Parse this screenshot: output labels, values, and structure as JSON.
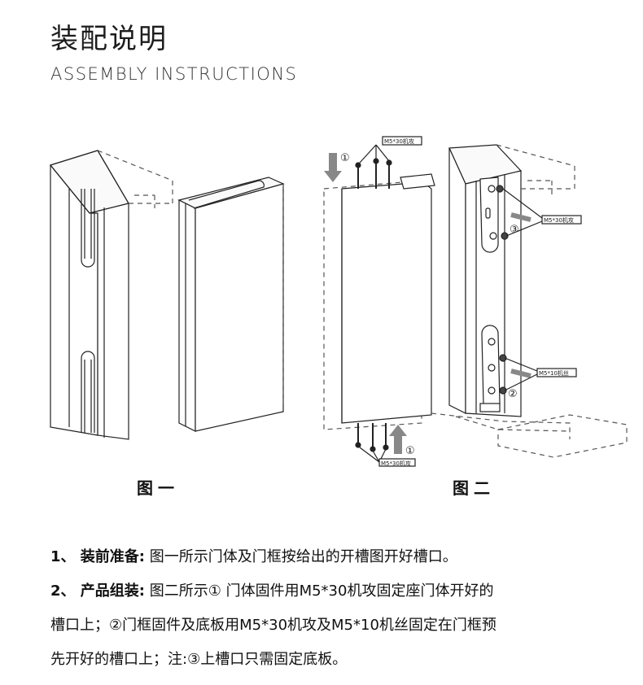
{
  "header": {
    "title_cn": "装配说明",
    "title_en": "ASSEMBLY INSTRUCTIONS"
  },
  "figures": {
    "fig1_caption": "图一",
    "fig2_caption": "图二",
    "marker_1": "①",
    "marker_2": "②",
    "marker_3": "③",
    "label_m5_30": "M5*30机攻",
    "label_m5_10": "M5*10机丝"
  },
  "steps": {
    "step1_label": "1、 装前准备:",
    "step1_text": " 图一所示门体及门框按给出的开槽图开好槽口。",
    "step2_label": "2、 产品组装:",
    "step2_line1": " 图二所示① 门体固件用M5*30机攻固定座门体开好的",
    "step2_line2": "槽口上；②门框固件及底板用M5*30机攻及M5*10机丝固定在门框预",
    "step2_line3": "先开好的槽口上；注:③上槽口只需固定底板。"
  }
}
